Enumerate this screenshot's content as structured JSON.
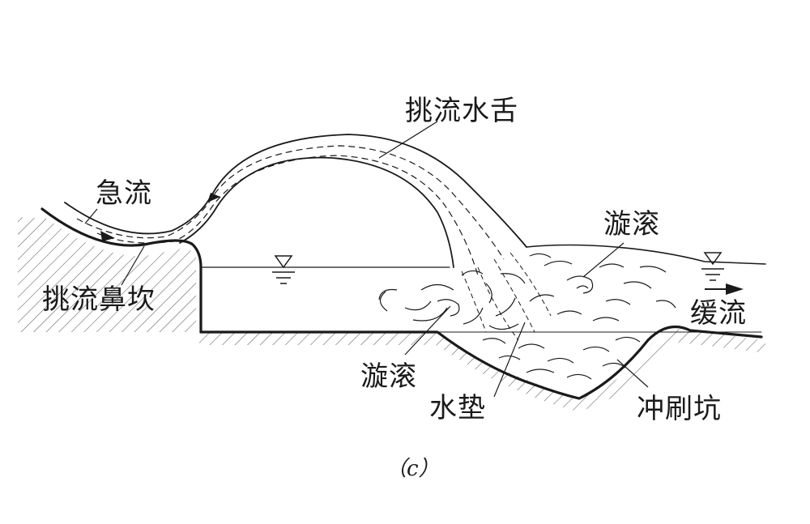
{
  "labels": {
    "jet_tongue": "挑流水舌",
    "rapid_flow": "急流",
    "flip_bucket": "挑流鼻坎",
    "vortex_right": "漩滚",
    "slow_flow": "缓流",
    "vortex_left": "漩滚",
    "water_cushion": "水垫",
    "scour_pit": "冲刷坑"
  },
  "caption": "（c）",
  "colors": {
    "line": "#1a1a1a",
    "background": "#ffffff"
  }
}
